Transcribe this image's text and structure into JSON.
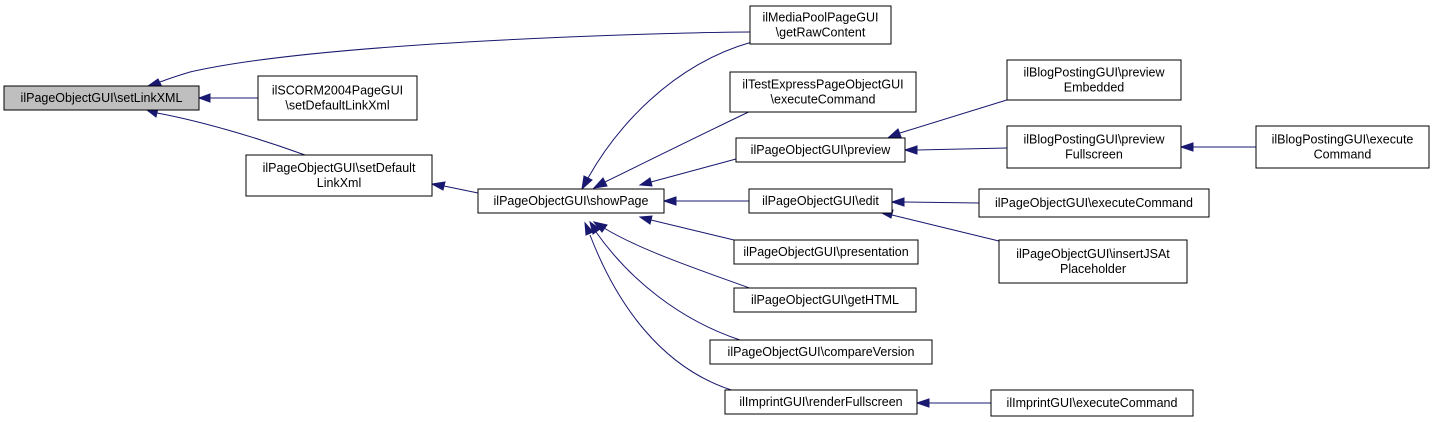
{
  "diagram": {
    "nodes": [
      {
        "id": "setLinkXML",
        "lines": [
          "ilPageObjectGUI\\setLinkXML"
        ],
        "root": true
      },
      {
        "id": "mpGetRaw",
        "lines": [
          "ilMediaPoolPageGUI",
          "\\getRawContent"
        ]
      },
      {
        "id": "scormSetDefault",
        "lines": [
          "ilSCORM2004PageGUI",
          "\\setDefaultLinkXml"
        ]
      },
      {
        "id": "pogSetDefault",
        "lines": [
          "ilPageObjectGUI\\setDefault",
          "LinkXml"
        ]
      },
      {
        "id": "showPage",
        "lines": [
          "ilPageObjectGUI\\showPage"
        ]
      },
      {
        "id": "testExpress",
        "lines": [
          "ilTestExpressPageObjectGUI",
          "\\executeCommand"
        ]
      },
      {
        "id": "preview",
        "lines": [
          "ilPageObjectGUI\\preview"
        ]
      },
      {
        "id": "edit",
        "lines": [
          "ilPageObjectGUI\\edit"
        ]
      },
      {
        "id": "presentation",
        "lines": [
          "ilPageObjectGUI\\presentation"
        ]
      },
      {
        "id": "getHTML",
        "lines": [
          "ilPageObjectGUI\\getHTML"
        ]
      },
      {
        "id": "compareVersion",
        "lines": [
          "ilPageObjectGUI\\compareVersion"
        ]
      },
      {
        "id": "renderFullscreen",
        "lines": [
          "ilImprintGUI\\renderFullscreen"
        ]
      },
      {
        "id": "blogPreviewEmbedded",
        "lines": [
          "ilBlogPostingGUI\\preview",
          "Embedded"
        ]
      },
      {
        "id": "blogPreviewFullscreen",
        "lines": [
          "ilBlogPostingGUI\\preview",
          "Fullscreen"
        ]
      },
      {
        "id": "blogExecute",
        "lines": [
          "ilBlogPostingGUI\\execute",
          "Command"
        ]
      },
      {
        "id": "pogExecute",
        "lines": [
          "ilPageObjectGUI\\executeCommand"
        ]
      },
      {
        "id": "insertJS",
        "lines": [
          "ilPageObjectGUI\\insertJSAt",
          "Placeholder"
        ]
      },
      {
        "id": "imprintExecute",
        "lines": [
          "ilImprintGUI\\executeCommand"
        ]
      }
    ],
    "edges": [
      {
        "from": "mpGetRaw",
        "to": "setLinkXML"
      },
      {
        "from": "scormSetDefault",
        "to": "setLinkXML"
      },
      {
        "from": "pogSetDefault",
        "to": "setLinkXML"
      },
      {
        "from": "showPage",
        "to": "pogSetDefault"
      },
      {
        "from": "mpGetRaw",
        "to": "showPage"
      },
      {
        "from": "testExpress",
        "to": "showPage"
      },
      {
        "from": "preview",
        "to": "showPage"
      },
      {
        "from": "edit",
        "to": "showPage"
      },
      {
        "from": "presentation",
        "to": "showPage"
      },
      {
        "from": "getHTML",
        "to": "showPage"
      },
      {
        "from": "compareVersion",
        "to": "showPage"
      },
      {
        "from": "renderFullscreen",
        "to": "showPage"
      },
      {
        "from": "blogPreviewEmbedded",
        "to": "preview"
      },
      {
        "from": "blogPreviewFullscreen",
        "to": "preview"
      },
      {
        "from": "blogExecute",
        "to": "blogPreviewFullscreen"
      },
      {
        "from": "pogExecute",
        "to": "edit"
      },
      {
        "from": "insertJS",
        "to": "edit"
      },
      {
        "from": "imprintExecute",
        "to": "renderFullscreen"
      }
    ]
  },
  "colors": {
    "edge": "#191970",
    "root_fill": "#bfbfbf",
    "node_fill": "#ffffff",
    "node_border": "#000000"
  }
}
